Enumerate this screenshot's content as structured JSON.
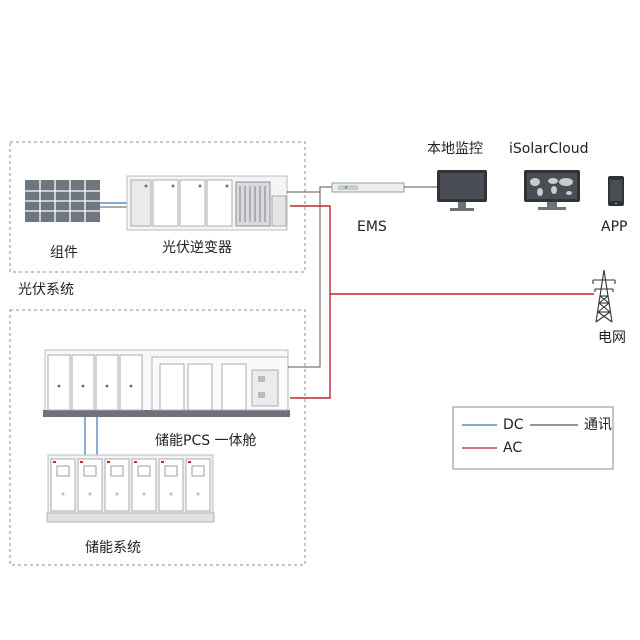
{
  "labels": {
    "modules": "组件",
    "pv_inverter": "光伏逆变器",
    "pv_system": "光伏系统",
    "ems": "EMS",
    "local_monitor": "本地监控",
    "isolarcloud": "iSolarCloud",
    "app": "APP",
    "grid": "电网",
    "storage_pcs": "储能PCS 一体舱",
    "storage_system": "储能系统"
  },
  "legend": {
    "dc": "DC",
    "ac": "AC",
    "comm": "通讯"
  },
  "colors": {
    "dc_line": "#3a78b5",
    "ac_line": "#c0282d",
    "comm_line": "#555555",
    "dashed_border": "#888888"
  }
}
